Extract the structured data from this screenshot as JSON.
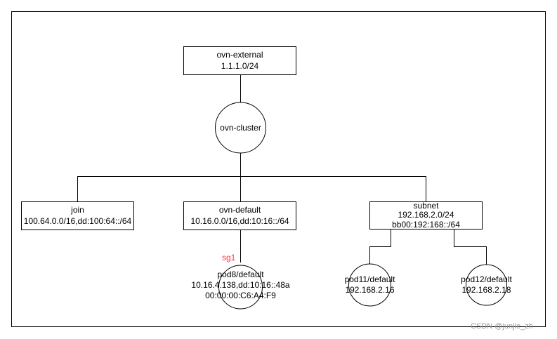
{
  "nodes": {
    "ovn_external": {
      "line1": "ovn-external",
      "line2": "1.1.1.0/24"
    },
    "ovn_cluster": {
      "label": "ovn-cluster"
    },
    "join": {
      "line1": "join",
      "line2": "100.64.0.0/16,dd:100:64::/64"
    },
    "ovn_default": {
      "line1": "ovn-default",
      "line2": "10.16.0.0/16,dd:10:16::/64"
    },
    "subnet": {
      "line1": "subnet",
      "line2": "192.168.2.0/24",
      "line3": "bb00:192:168::/64"
    },
    "pod8": {
      "line1": "pod8/default",
      "line2": "10.16.4.138,dd:10:16::48a",
      "line3": "00:00:00:C6:A4:F9"
    },
    "pod11": {
      "line1": "pod11/default",
      "line2": "192.168.2.16"
    },
    "pod12": {
      "line1": "pod12/default",
      "line2": "192.168.2.18"
    }
  },
  "security_group_label": "sg1",
  "watermark": "CSDN @junjie_zh",
  "colors": {
    "line": "#000000",
    "sg_label": "#ff3333",
    "watermark": "#9a9a9a"
  }
}
